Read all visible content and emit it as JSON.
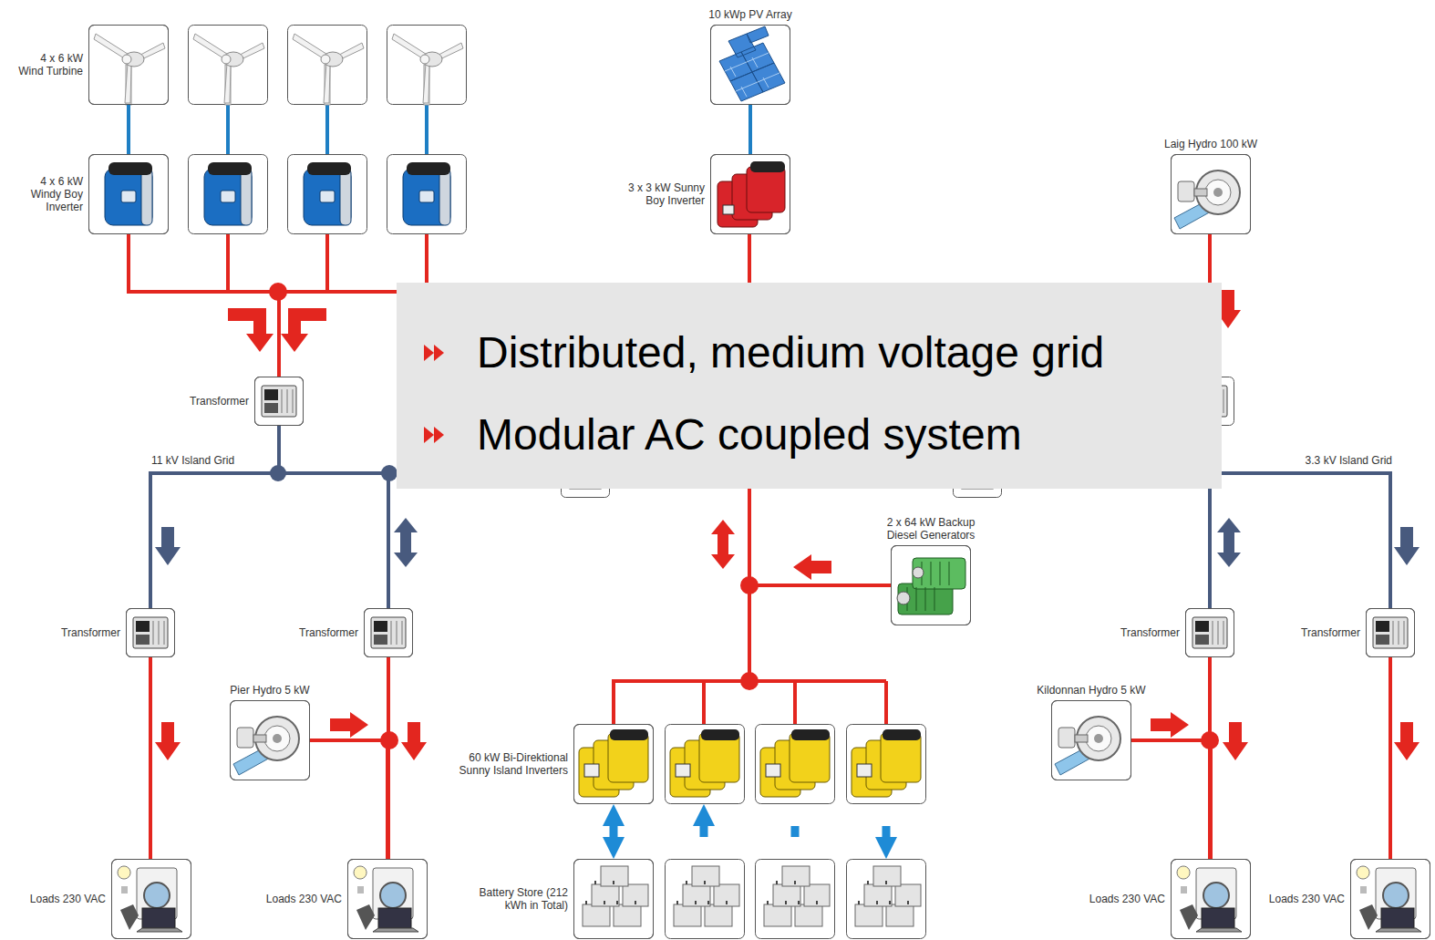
{
  "diagram": {
    "nodes": [
      {
        "text": [
          "4 x 6 kW Wind Turbine"
        ]
      },
      {
        "text": [
          "4 x 6 kW Windy Boy Inverter"
        ]
      },
      {
        "text": [
          "10 kWp PV Array"
        ]
      },
      {
        "text": [
          "3 x 3 kW Sunny Boy Inverter"
        ]
      },
      {
        "text": [
          "Laig Hydro 100 kW"
        ]
      },
      {
        "text": [
          "Transformer"
        ]
      },
      {
        "text": [
          "Distributed, medium voltage grid",
          "Modular AC coupled system"
        ]
      },
      {
        "text": [
          "Transformer"
        ]
      },
      {
        "text": [
          "Transformer"
        ]
      },
      {
        "text": [
          "Pier Hydro 5 kW"
        ]
      },
      {
        "text": [
          "2 x 64 kW Backup Diesel Generators"
        ]
      },
      {
        "text": [
          "60 kW Bi-Direktional Sunny Island Inverters"
        ]
      },
      {
        "text": [
          "Kildonnan Hydro 5 kW"
        ]
      },
      {
        "text": [
          "Transformer"
        ]
      },
      {
        "text": [
          "Transformer"
        ]
      },
      {
        "text": [
          "Loads 230 VAC"
        ]
      },
      {
        "text": [
          "Loads 230 VAC"
        ]
      },
      {
        "text": [
          "Battery Store (212 kWh in Total)"
        ]
      },
      {
        "text": [
          "Loads 230 VAC"
        ]
      },
      {
        "text": [
          "Loads 230 VAC"
        ]
      }
    ],
    "edges": [
      {
        "from": 0,
        "to": 1,
        "arrow": "none"
      },
      {
        "from": 1,
        "to": 5,
        "arrow": "none"
      },
      {
        "from": 2,
        "to": 3,
        "arrow": "none"
      },
      {
        "from": 5,
        "to": 7,
        "arrow": "none"
      },
      {
        "from": 5,
        "to": 8,
        "arrow": "none"
      },
      {
        "from": 7,
        "to": 15,
        "arrow": "none"
      },
      {
        "from": 8,
        "to": 16,
        "arrow": "none"
      },
      {
        "from": 9,
        "to": 16,
        "arrow": "none"
      },
      {
        "from": 13,
        "to": 18,
        "arrow": "none"
      },
      {
        "from": 12,
        "to": 18,
        "arrow": "none"
      },
      {
        "from": 14,
        "to": 19,
        "arrow": "none"
      },
      {
        "from": 10,
        "to": 11,
        "arrow": "none"
      },
      {
        "from": 11,
        "to": 17,
        "arrow": "both"
      }
    ],
    "labels": [
      "11 kV Island Grid",
      "3.3 kV Island Grid"
    ]
  }
}
